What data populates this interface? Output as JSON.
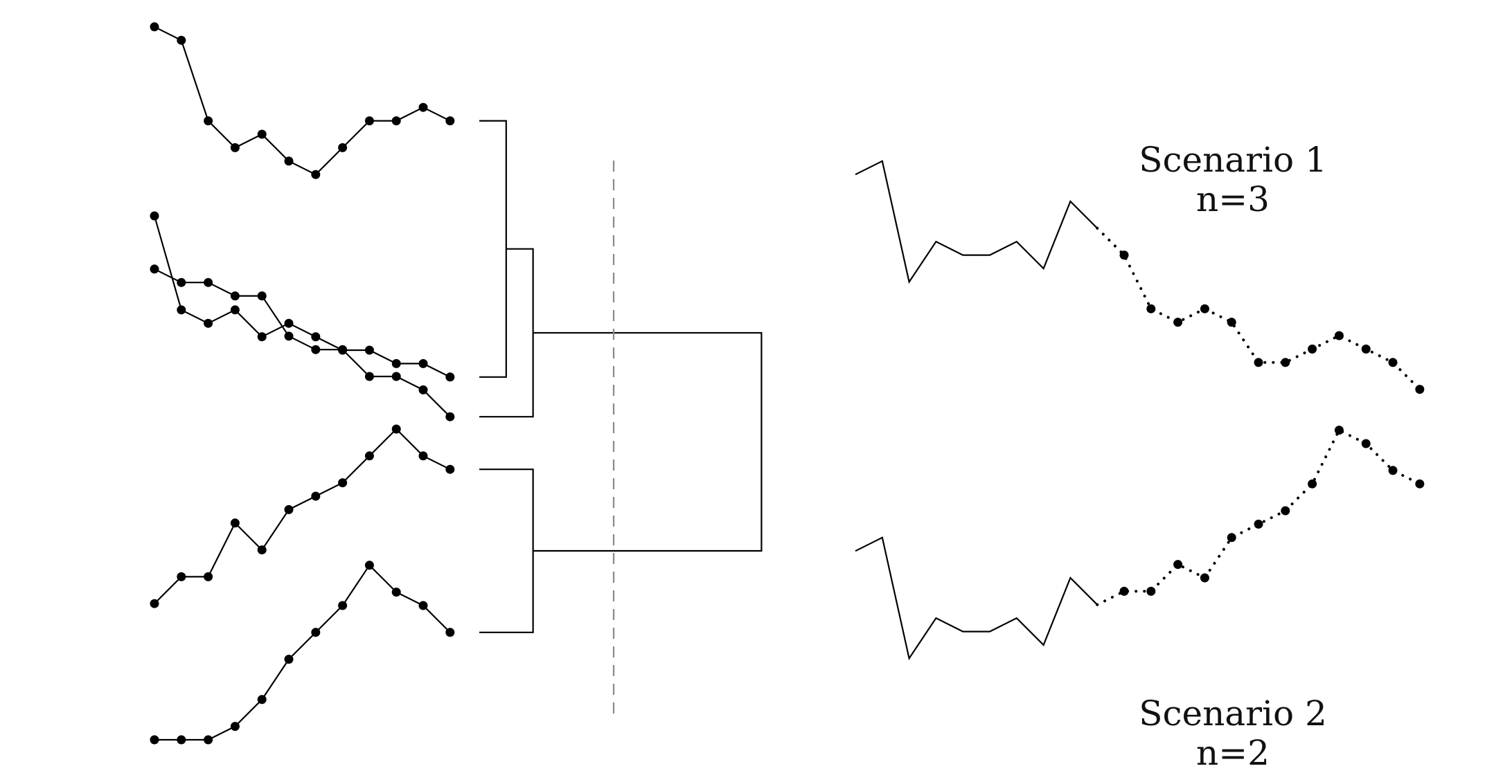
{
  "colors": {
    "ink": "#000000",
    "cut_line": "#888888",
    "background": "#ffffff"
  },
  "input_series": [
    {
      "values": [
        23,
        22,
        16,
        14,
        15,
        13,
        12,
        14,
        16,
        16,
        17,
        16
      ]
    },
    {
      "values": [
        15,
        8,
        7,
        8,
        6,
        7,
        6,
        5,
        5,
        4,
        4,
        3
      ]
    },
    {
      "values": [
        13,
        12,
        12,
        11,
        11,
        8,
        7,
        7,
        5,
        5,
        4,
        2
      ]
    },
    {
      "values": [
        2,
        4,
        4,
        8,
        6,
        9,
        10,
        11,
        13,
        15,
        13,
        12
      ]
    },
    {
      "values": [
        0,
        0,
        0,
        1,
        3,
        6,
        8,
        10,
        13,
        11,
        10,
        8
      ]
    }
  ],
  "dendrogram": {
    "merges": [
      {
        "children": [
          "leaf-1",
          "leaf-2"
        ],
        "height": 1
      },
      {
        "children": [
          "merge-1",
          "leaf-3"
        ],
        "height": 2
      },
      {
        "children": [
          "leaf-4",
          "leaf-5"
        ],
        "height": 2
      },
      {
        "children": [
          "merge-2",
          "merge-3"
        ],
        "height": 10.5
      }
    ],
    "cut_height": 5
  },
  "scenarios": [
    {
      "label": "Scenario 1",
      "count_label": "n=3",
      "history": [
        12,
        13,
        4,
        7,
        6,
        6,
        7,
        5,
        10,
        8
      ],
      "forecast": [
        8,
        6,
        2,
        1,
        2,
        1,
        -2,
        -2,
        -1,
        0,
        -1,
        -2,
        -4
      ]
    },
    {
      "label": "Scenario 2",
      "count_label": "n=2",
      "history": [
        12,
        13,
        4,
        7,
        6,
        6,
        7,
        5,
        10,
        8
      ],
      "forecast": [
        8,
        9,
        9,
        11,
        10,
        13,
        14,
        15,
        17,
        21,
        20,
        18,
        17
      ]
    }
  ]
}
